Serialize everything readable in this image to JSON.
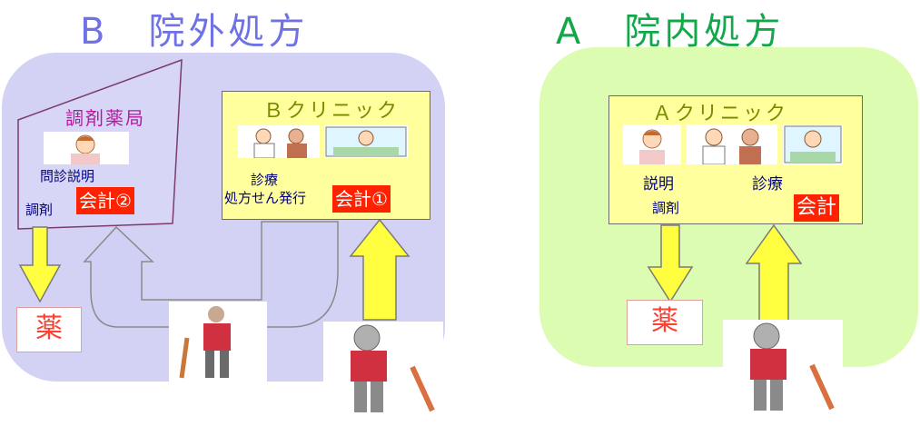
{
  "titles": {
    "outside": "B　院外処方",
    "inside": "A　院内処方"
  },
  "pharmacy": {
    "name": "調剤薬局",
    "consult": "問診説明",
    "dispense": "調剤",
    "payment": "会計②"
  },
  "clinic_b": {
    "name": "Ｂクリニック",
    "exam": "診療",
    "rx_issue": "処方せん発行",
    "payment": "会計①"
  },
  "clinic_a": {
    "name": "Ａクリニック",
    "explain": "説明",
    "dispense": "調剤",
    "exam": "診療",
    "payment": "会計"
  },
  "medicine_label": "薬",
  "colors": {
    "title_b": "#6f72e6",
    "title_a": "#12a84a",
    "panel_b": "#d3d2f5",
    "panel_a": "#dcfcb2",
    "box": "#ffff9e",
    "arrow": "#ffff40",
    "payment": "#ff2200"
  }
}
